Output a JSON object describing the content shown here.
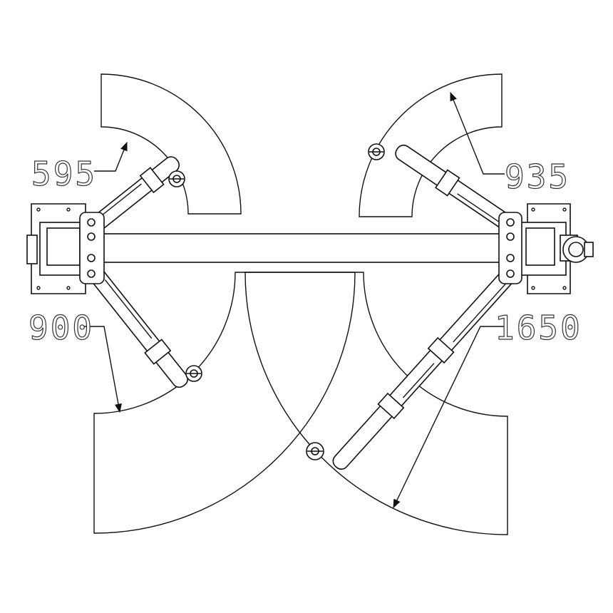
{
  "dimensions": {
    "left_short_arm": "595",
    "right_short_arm": "935",
    "left_long_arm": "900",
    "right_long_arm": "1650"
  }
}
